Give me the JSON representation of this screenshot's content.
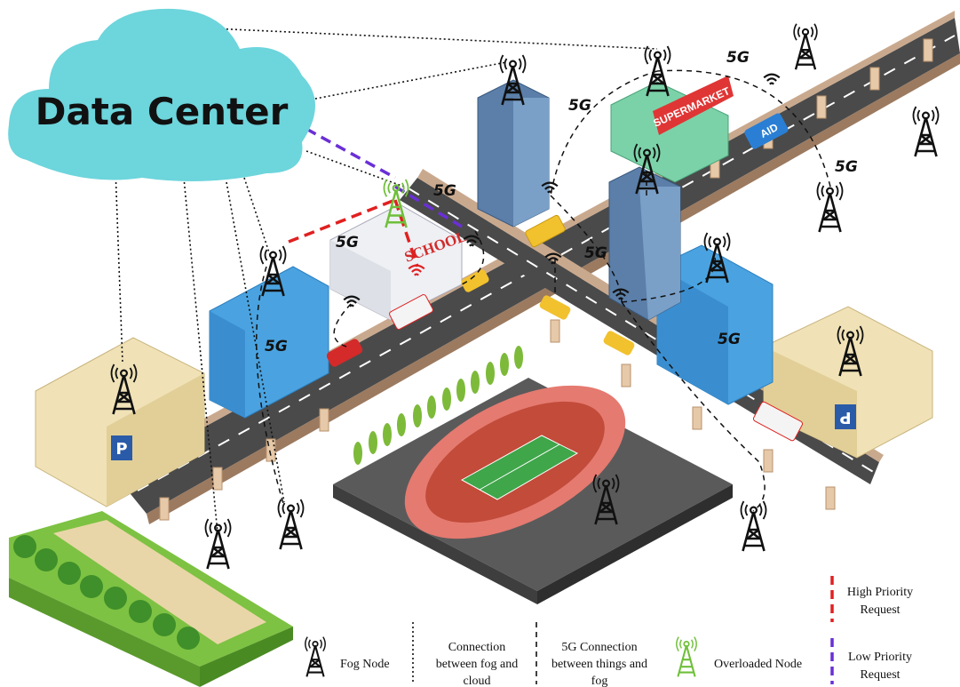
{
  "data_center": {
    "label": "Data Center"
  },
  "signs": {
    "supermarket": "SUPERMARKET",
    "school": "SCHOOL",
    "aid": "AID",
    "parking": "P"
  },
  "network_label": "5G",
  "legend": {
    "fog_node": "Fog Node",
    "fog_cloud": [
      "Connection",
      "between  fog and",
      "cloud"
    ],
    "fog_5g": [
      "5G Connection",
      "between  things and",
      "fog"
    ],
    "overloaded": "Overloaded Node",
    "high_priority": [
      "High Priority",
      "Request"
    ],
    "low_priority": [
      "Low Priority",
      "Request"
    ]
  },
  "colors": {
    "cloud": "#6dd5dc",
    "road": "#4a4a4a",
    "high_priority": "#e02020",
    "low_priority": "#6a2fd6",
    "overloaded": "#6fbf3a",
    "building_blue": "#4aa3e0"
  }
}
